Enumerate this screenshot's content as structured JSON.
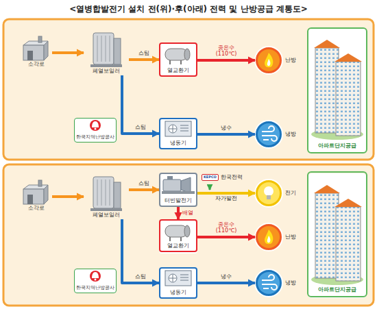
{
  "diagram": {
    "title": "<열병합발전기 설치 전(위)·후(아래) 전력 및 난방공급 계통도>",
    "nodes": [
      {
        "text": [
          "소각로"
        ]
      },
      {
        "text": [
          "폐열보일러"
        ]
      },
      {
        "text": [
          "열교환기"
        ]
      },
      {
        "text": [
          "난방"
        ]
      },
      {
        "text": [
          "한국지역난방공사"
        ]
      },
      {
        "text": [
          "냉동기"
        ]
      },
      {
        "text": [
          "냉방"
        ]
      },
      {
        "text": [
          "아파트단지공급"
        ]
      },
      {
        "text": [
          "소각로"
        ]
      },
      {
        "text": [
          "폐열보일러"
        ]
      },
      {
        "text": [
          "터빈발전기"
        ]
      },
      {
        "text": [
          "KEPCO",
          "한국전력"
        ]
      },
      {
        "text": [
          "전기"
        ]
      },
      {
        "text": [
          "열교환기"
        ]
      },
      {
        "text": [
          "난방"
        ]
      },
      {
        "text": [
          "한국지역난방공사"
        ]
      },
      {
        "text": [
          "냉동기"
        ]
      },
      {
        "text": [
          "냉방"
        ]
      },
      {
        "text": [
          "아파트단지공급"
        ]
      }
    ],
    "edges": [
      {
        "from": 0,
        "to": 1,
        "arrow": "to"
      },
      {
        "from": 1,
        "to": 2,
        "arrow": "to",
        "label": "스팀"
      },
      {
        "from": 2,
        "to": 3,
        "arrow": "to",
        "label": "중온수 (110℃)"
      },
      {
        "from": 1,
        "to": 5,
        "arrow": "to",
        "label": "스팀"
      },
      {
        "from": 5,
        "to": 6,
        "arrow": "to",
        "label": "냉수"
      },
      {
        "from": 8,
        "to": 9,
        "arrow": "to"
      },
      {
        "from": 9,
        "to": 10,
        "arrow": "to",
        "label": "스팀"
      },
      {
        "from": 10,
        "to": 12,
        "arrow": "to",
        "label": "자가발전"
      },
      {
        "from": 10,
        "to": 13,
        "arrow": "to",
        "label": "배열"
      },
      {
        "from": 13,
        "to": 14,
        "arrow": "to",
        "label": "중온수 (110℃)"
      },
      {
        "from": 9,
        "to": 16,
        "arrow": "to",
        "label": "스팀"
      },
      {
        "from": 16,
        "to": 17,
        "arrow": "to",
        "label": "냉수"
      }
    ]
  }
}
